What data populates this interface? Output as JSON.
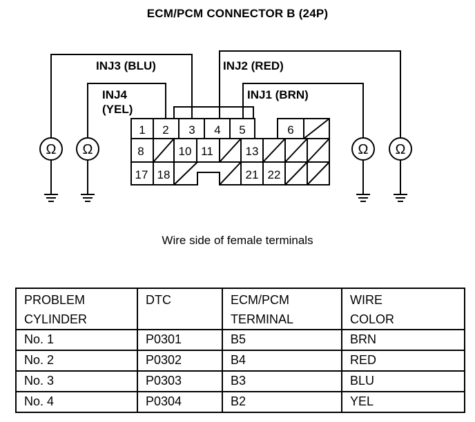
{
  "title": "ECM/PCM CONNECTOR B (24P)",
  "labels": {
    "inj3": "INJ3 (BLU)",
    "inj2": "INJ2 (RED)",
    "inj4_line1": "INJ4",
    "inj4_line2": "(YEL)",
    "inj1": "INJ1 (BRN)"
  },
  "ohm_symbol": "Ω",
  "pins": {
    "p1": "1",
    "p2": "2",
    "p3": "3",
    "p4": "4",
    "p5": "5",
    "p6": "6",
    "p8": "8",
    "p10": "10",
    "p11": "11",
    "p13": "13",
    "p17": "17",
    "p18": "18",
    "p21": "21",
    "p22": "22"
  },
  "caption": "Wire side of female terminals",
  "table": {
    "headers": [
      "PROBLEM CYLINDER",
      "DTC",
      "ECM/PCM TERMINAL",
      "WIRE COLOR"
    ],
    "header_lines": [
      [
        "PROBLEM",
        "CYLINDER"
      ],
      [
        "DTC",
        ""
      ],
      [
        "ECM/PCM",
        "TERMINAL"
      ],
      [
        "WIRE",
        "COLOR"
      ]
    ],
    "rows": [
      [
        "No. 1",
        "P0301",
        "B5",
        "BRN"
      ],
      [
        "No. 2",
        "P0302",
        "B4",
        "RED"
      ],
      [
        "No. 3",
        "P0303",
        "B3",
        "BLU"
      ],
      [
        "No. 4",
        "P0304",
        "B2",
        "YEL"
      ]
    ]
  }
}
